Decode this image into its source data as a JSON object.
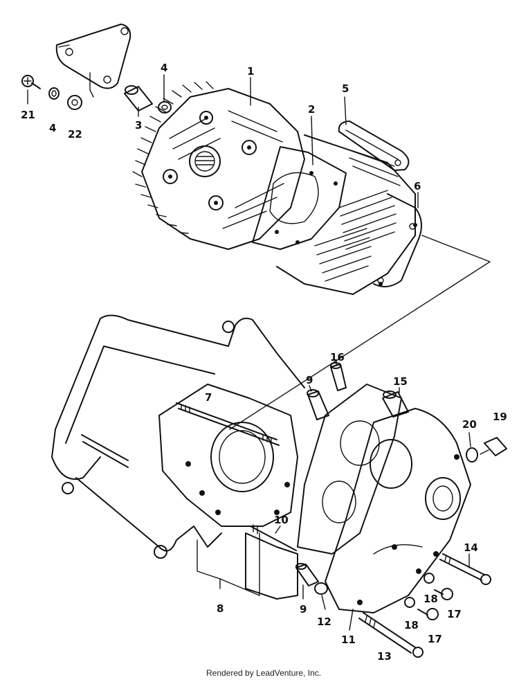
{
  "diagram": {
    "callouts": [
      "1",
      "2",
      "3",
      "4",
      "5",
      "6",
      "21",
      "4",
      "22",
      "7",
      "8",
      "9",
      "9",
      "10",
      "11",
      "12",
      "13",
      "14",
      "15",
      "16",
      "17",
      "17",
      "18",
      "18",
      "19",
      "20"
    ]
  },
  "footer": {
    "credit": "Rendered by LeadVenture, Inc."
  }
}
